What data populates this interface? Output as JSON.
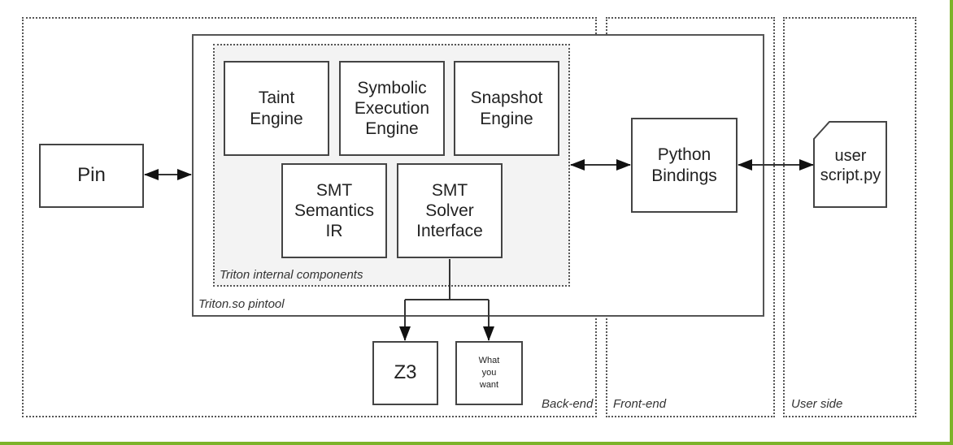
{
  "zones": {
    "backend": {
      "label": "Back-end"
    },
    "frontend": {
      "label": "Front-end"
    },
    "userside": {
      "label": "User side"
    }
  },
  "containers": {
    "pintool": {
      "label": "Triton.so pintool"
    },
    "internal": {
      "label": "Triton internal components"
    }
  },
  "components": {
    "pin": {
      "label": "Pin"
    },
    "taint": {
      "label": "Taint\nEngine"
    },
    "symbolic": {
      "label": "Symbolic\nExecution\nEngine"
    },
    "snapshot": {
      "label": "Snapshot\nEngine"
    },
    "smt_ir": {
      "label": "SMT\nSemantics\nIR"
    },
    "smt_solver": {
      "label": "SMT\nSolver\nInterface"
    },
    "python": {
      "label": "Python\nBindings"
    },
    "z3": {
      "label": "Z3"
    },
    "what_you_want": {
      "label": "What\nyou\nwant"
    },
    "user_script": {
      "label": "user\nscript.py"
    }
  },
  "colors": {
    "frame_accent": "#7cb32a",
    "line": "#444444",
    "internal_fill": "#f3f3f3"
  },
  "edges": [
    {
      "from": "pin",
      "to": "pintool",
      "type": "bidirectional"
    },
    {
      "from": "internal",
      "to": "python",
      "type": "bidirectional"
    },
    {
      "from": "python",
      "to": "user_script",
      "type": "bidirectional"
    },
    {
      "from": "smt_solver",
      "to": "z3",
      "type": "directed"
    },
    {
      "from": "smt_solver",
      "to": "what_you_want",
      "type": "directed"
    }
  ]
}
